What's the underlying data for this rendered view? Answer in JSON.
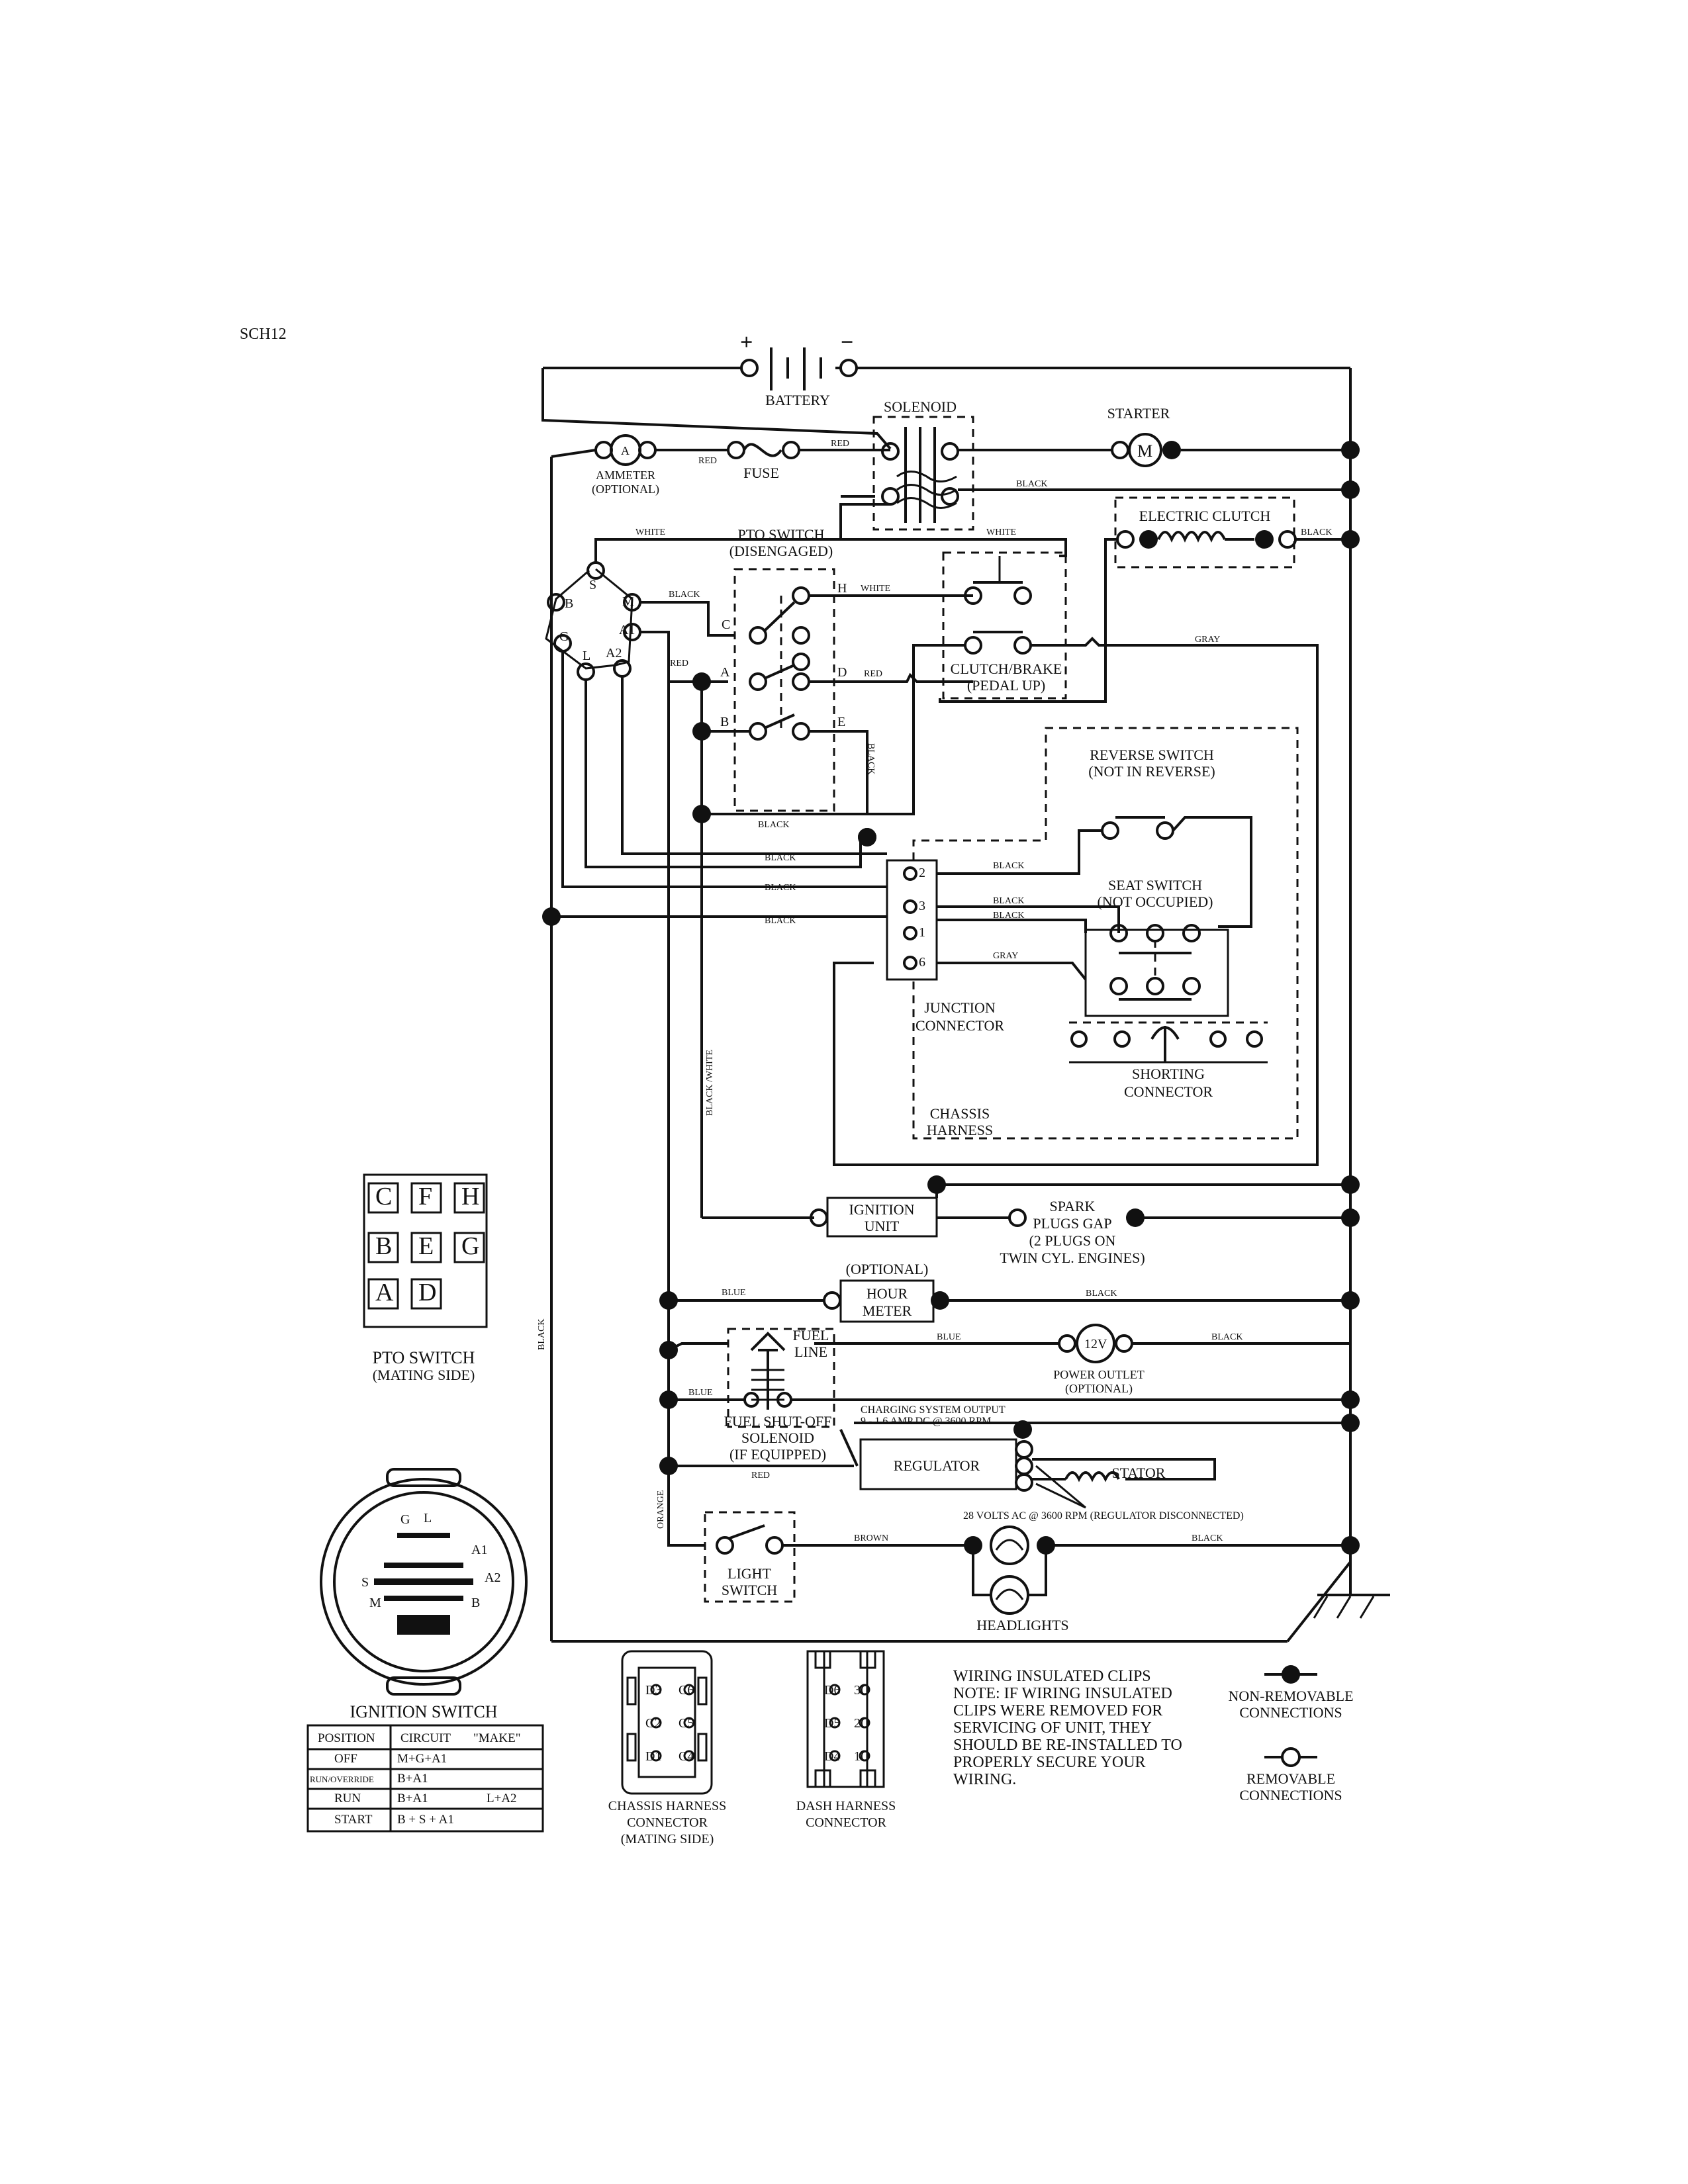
{
  "page_label": "SCH12",
  "battery": {
    "label": "BATTERY",
    "plus": "+",
    "minus": "−"
  },
  "solenoid": {
    "label": "SOLENOID"
  },
  "starter": {
    "label": "STARTER",
    "symbol": "M"
  },
  "ammeter": {
    "label": "AMMETER",
    "sub": "(OPTIONAL)",
    "symbol": "A"
  },
  "fuse": {
    "label": "FUSE"
  },
  "electric_clutch": {
    "label": "ELECTRIC CLUTCH"
  },
  "pto_switch": {
    "label": "PTO SWITCH",
    "sub": "(DISENGAGED)",
    "terminals": [
      "C",
      "H",
      "A",
      "D",
      "B",
      "E"
    ]
  },
  "clutch_brake": {
    "label": "CLUTCH/BRAKE",
    "sub": "(PEDAL UP)"
  },
  "ignition_terminals": [
    "S",
    "B",
    "M",
    "G",
    "A1",
    "L",
    "A2"
  ],
  "reverse_switch": {
    "label": "REVERSE SWITCH",
    "sub": "(NOT IN REVERSE)"
  },
  "seat_switch": {
    "label": "SEAT SWITCH",
    "sub": "(NOT OCCUPIED)"
  },
  "junction_connector": {
    "label": "JUNCTION",
    "sub": "CONNECTOR",
    "pins": [
      "2",
      "3",
      "1",
      "6"
    ]
  },
  "shorting_connector": {
    "label": "SHORTING",
    "sub": "CONNECTOR"
  },
  "chassis_harness": {
    "label": "CHASSIS",
    "sub": "HARNESS"
  },
  "ignition_unit": {
    "label": "IGNITION",
    "sub": "UNIT"
  },
  "spark_plugs": {
    "line1": "SPARK",
    "line2": "PLUGS GAP",
    "line3": "(2 PLUGS ON",
    "line4": "TWIN CYL. ENGINES)"
  },
  "hour_meter": {
    "optional": "(OPTIONAL)",
    "line1": "HOUR",
    "line2": "METER"
  },
  "fuel_line": {
    "line1": "FUEL",
    "line2": "LINE"
  },
  "power_outlet": {
    "symbol": "12V",
    "label": "POWER OUTLET",
    "sub": "(OPTIONAL)"
  },
  "fuel_solenoid": {
    "line1": "FUEL SHUT-OFF",
    "line2": "SOLENOID",
    "line3": "(IF EQUIPPED)"
  },
  "charging": {
    "line1": "CHARGING SYSTEM OUTPUT",
    "line2": "9 - 1 6 AMP DC @ 3600 RPM"
  },
  "regulator": {
    "label": "REGULATOR"
  },
  "stator": {
    "label": "STATOR"
  },
  "stator_note": "28 VOLTS AC @ 3600 RPM (REGULATOR DISCONNECTED)",
  "light_switch": {
    "line1": "LIGHT",
    "line2": "SWITCH"
  },
  "headlights": {
    "label": "HEADLIGHTS"
  },
  "wire_colors": {
    "red": "RED",
    "black": "BLACK",
    "white": "WHITE",
    "gray": "GRAY",
    "blue": "BLUE",
    "brown": "BROWN",
    "orange": "ORANGE",
    "black_white": "BLACK /WHITE"
  },
  "pto_mating": {
    "label": "PTO SWITCH",
    "sub": "(MATING SIDE)",
    "grid": [
      [
        "C",
        "F",
        "H"
      ],
      [
        "B",
        "E",
        "G"
      ],
      [
        "A",
        "D"
      ]
    ]
  },
  "ignition_switch": {
    "label": "IGNITION SWITCH",
    "face_labels": [
      "G",
      "L",
      "A1",
      "A2",
      "S",
      "M",
      "B"
    ],
    "table": {
      "headers": [
        "POSITION",
        "CIRCUIT",
        "\"MAKE\""
      ],
      "rows": [
        [
          "OFF",
          "M+G+A1",
          ""
        ],
        [
          "RUN/OVERRIDE",
          "B+A1",
          ""
        ],
        [
          "RUN",
          "B+A1",
          "L+A2"
        ],
        [
          "START",
          "B + S + A1",
          ""
        ]
      ]
    }
  },
  "chassis_connector": {
    "line1": "CHASSIS HARNESS",
    "line2": "CONNECTOR",
    "line3": "(MATING SIDE)",
    "pins": [
      "D3",
      "C6",
      "C2",
      "C5",
      "D1",
      "C4"
    ]
  },
  "dash_connector": {
    "line1": "DASH HARNESS",
    "line2": "CONNECTOR",
    "pins": [
      "D6",
      "3C",
      "D5",
      "2C",
      "D4",
      "1C"
    ]
  },
  "note": {
    "line1": "WIRING INSULATED CLIPS",
    "line2": "NOTE: IF WIRING INSULATED",
    "line3": "CLIPS WERE REMOVED FOR",
    "line4": "SERVICING OF UNIT, THEY",
    "line5": "SHOULD BE RE-INSTALLED TO",
    "line6": "PROPERLY SECURE YOUR",
    "line7": "WIRING."
  },
  "legend": {
    "non_removable": "NON-REMOVABLE",
    "non_removable2": "CONNECTIONS",
    "removable": "REMOVABLE",
    "removable2": "CONNECTIONS"
  }
}
